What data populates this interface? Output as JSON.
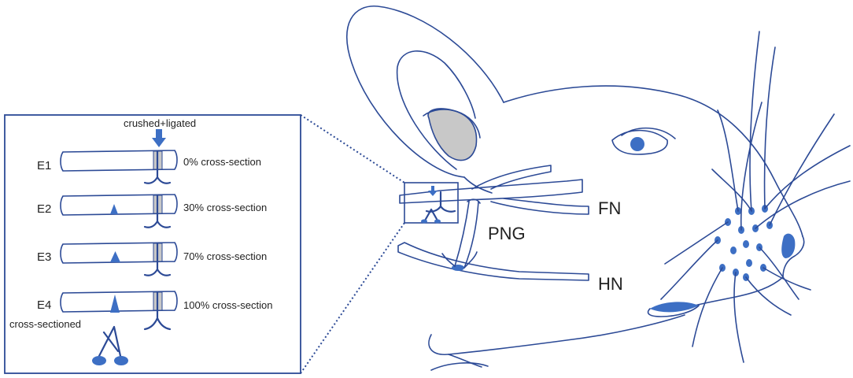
{
  "inset": {
    "top_label": "crushed+ligated",
    "bottom_label": "cross-sectioned",
    "rows": [
      {
        "id": "E1",
        "caption": "0% cross-section",
        "cut": 0
      },
      {
        "id": "E2",
        "caption": "30% cross-section",
        "cut": 30
      },
      {
        "id": "E3",
        "caption": "70% cross-section",
        "cut": 70
      },
      {
        "id": "E4",
        "caption": "100% cross-section",
        "cut": 100
      }
    ]
  },
  "nerves": {
    "fn": "FN",
    "hn": "HN",
    "png": "PNG"
  },
  "colors": {
    "line": "#2c4a96",
    "fill": "#3d6fc4",
    "ligature": "#c8c8c8"
  }
}
